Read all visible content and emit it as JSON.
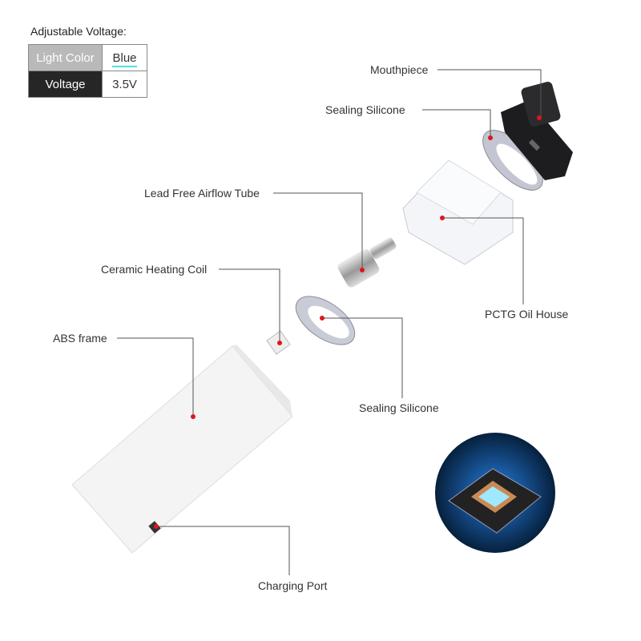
{
  "spec": {
    "title": "Adjustable Voltage:",
    "rows": [
      {
        "key": "Light Color",
        "value": "Blue"
      },
      {
        "key": "Voltage",
        "value": "3.5V"
      }
    ]
  },
  "labels": {
    "mouthpiece": "Mouthpiece",
    "sealing_silicone_top": "Sealing Silicone",
    "airflow_tube": "Lead Free Airflow Tube",
    "oil_house": "PCTG Oil House",
    "heating_coil": "Ceramic Heating Coil",
    "abs_frame": "ABS frame",
    "sealing_silicone_bottom": "Sealing Silicone",
    "charging_port": "Charging Port"
  },
  "colors": {
    "leader": "#555555",
    "dot": "#e0141e",
    "accent": "#4fe0e0"
  }
}
